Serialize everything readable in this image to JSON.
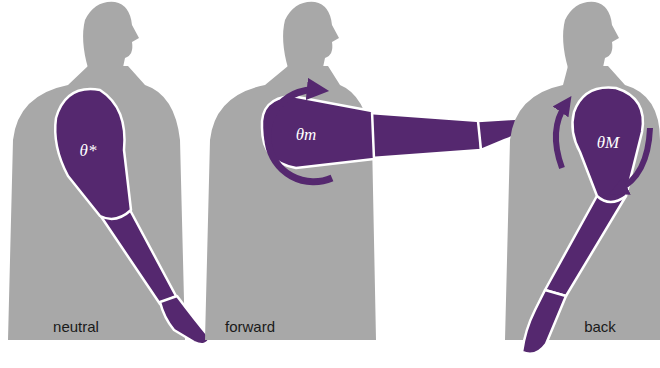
{
  "diagram": {
    "labels": [
      "θ*",
      "θm",
      "θM",
      "neutral",
      "forward",
      "back"
    ]
  }
}
